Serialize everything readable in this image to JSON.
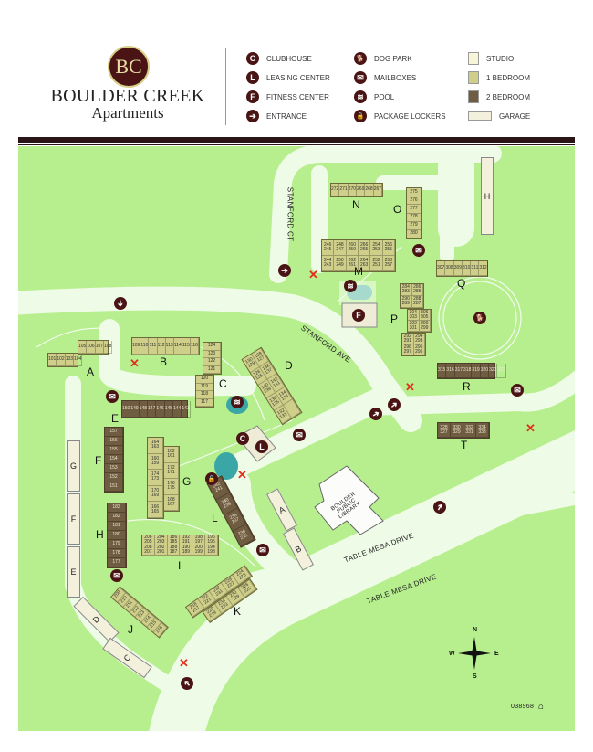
{
  "brand": {
    "monogram": "BC",
    "name_line1": "BOULDER CREEK",
    "name_line2": "Apartments"
  },
  "legend": {
    "amenities": [
      {
        "icon": "clubhouse-icon",
        "glyph": "C",
        "label": "CLUBHOUSE"
      },
      {
        "icon": "leasing-center-icon",
        "glyph": "L",
        "label": "LEASING CENTER"
      },
      {
        "icon": "fitness-center-icon",
        "glyph": "F",
        "label": "FITNESS CENTER"
      },
      {
        "icon": "entrance-icon",
        "glyph": "➔",
        "label": "ENTRANCE"
      },
      {
        "icon": "dog-park-icon",
        "glyph": "🐕",
        "label": "DOG PARK"
      },
      {
        "icon": "mailbox-icon",
        "glyph": "✉",
        "label": "MAILBOXES"
      },
      {
        "icon": "pool-icon",
        "glyph": "≋",
        "label": "POOL"
      },
      {
        "icon": "package-locker-icon",
        "glyph": "🔒",
        "label": "PACKAGE LOCKERS"
      }
    ],
    "unit_types": [
      {
        "label": "STUDIO",
        "color": "#f8f5d8"
      },
      {
        "label": "1 BEDROOM",
        "color": "#cfcf8a"
      },
      {
        "label": "2 BEDROOM",
        "color": "#6f5c41"
      },
      {
        "label": "GARAGE",
        "color": "#f3f1dc"
      }
    ]
  },
  "colors": {
    "grass": "#b7ef8f",
    "road": "#eefbe6",
    "accent": "#4a1414",
    "no_entry": "#e0301e"
  },
  "streets": {
    "stanford_ct": "STANFORD CT",
    "stanford_ave": "STANFORD AVE",
    "table_mesa_1": "TABLE MESA DRIVE",
    "table_mesa_2": "TABLE MESA DRIVE"
  },
  "library": "BOULDER PUBLIC LIBRARY",
  "buildings": {
    "A1": {
      "label": "A",
      "cols": 4,
      "units": [
        "101",
        "102",
        "103",
        "104"
      ]
    },
    "A2": {
      "label": "",
      "cols": 4,
      "units": [
        "105",
        "106",
        "107",
        "108"
      ]
    },
    "B": {
      "label": "B",
      "cols": 8,
      "units": [
        "109",
        "110",
        "111",
        "112",
        "113",
        "114",
        "115",
        "116"
      ]
    },
    "C1": {
      "label": "C",
      "cols": 1,
      "units": [
        "124",
        "123",
        "122",
        "121"
      ]
    },
    "C2": {
      "label": "",
      "cols": 1,
      "units": [
        "120",
        "119",
        "118",
        "117"
      ]
    },
    "D": {
      "label": "D",
      "cols": 2,
      "units": [
        "130\n129",
        "128\n127",
        "126\n125",
        "138\n137",
        "140\n139",
        "142\n141",
        "136\n135",
        "134\n133",
        "132\n131",
        ""
      ]
    },
    "E": {
      "label": "E",
      "cols": 8,
      "units": [
        "150",
        "149",
        "148",
        "147",
        "146",
        "145",
        "144",
        "143"
      ]
    },
    "F": {
      "label": "F",
      "cols": 1,
      "units": [
        "157",
        "156",
        "155",
        "154",
        "153",
        "152",
        "151"
      ]
    },
    "G1": {
      "label": "G",
      "cols": 1,
      "units": [
        "164\n163",
        "160\n159",
        "174\n173",
        "170\n169",
        "166\n165"
      ]
    },
    "G2": {
      "label": "",
      "cols": 1,
      "units": [
        "162\n161",
        "172\n171",
        "176\n175",
        "168\n167"
      ]
    },
    "H": {
      "label": "H",
      "cols": 1,
      "units": [
        "183",
        "182",
        "181",
        "180",
        "179",
        "178",
        "177"
      ]
    },
    "I": {
      "label": "I",
      "cols": 6,
      "units": [
        "206\n205",
        "204\n203",
        "186\n185",
        "192\n191",
        "198\n197",
        "196\n195",
        "208\n207",
        "202\n201",
        "188\n187",
        "190\n189",
        "200\n199",
        "194\n193"
      ]
    },
    "J": {
      "label": "J",
      "cols": 1,
      "units": [
        "209",
        "210",
        "211",
        "212",
        "213",
        "214",
        "215",
        "216"
      ]
    },
    "K1": {
      "label": "K",
      "cols": 5,
      "units": [
        "218\n217",
        "222\n221",
        "232\n231",
        "228\n227",
        "224\n223"
      ]
    },
    "K2": {
      "label": "",
      "cols": 4,
      "units": [
        "220\n219",
        "234\n233",
        "230\n229",
        "226\n225"
      ]
    },
    "L": {
      "label": "L",
      "cols": 1,
      "units": [
        "242\n241",
        "240\n239",
        "238\n237",
        "236\n235"
      ]
    },
    "M": {
      "label": "M",
      "cols": 6,
      "units": [
        "246\n245",
        "248\n247",
        "260\n259",
        "266\n265",
        "254\n253",
        "256\n255",
        "244\n243",
        "250\n249",
        "262\n261",
        "264\n263",
        "252\n251",
        "258\n257"
      ]
    },
    "N": {
      "label": "N",
      "cols": 6,
      "units": [
        "272",
        "271",
        "270",
        "269",
        "268",
        "267"
      ]
    },
    "O": {
      "label": "O",
      "cols": 1,
      "units": [
        "275",
        "276",
        "277",
        "278",
        "279",
        "280"
      ]
    },
    "P1": {
      "label": "P",
      "cols": 2,
      "units": [
        "284\n283",
        "286\n285",
        "290\n289",
        "288\n287"
      ]
    },
    "P2": {
      "label": "",
      "cols": 2,
      "units": [
        "304\n303",
        "306\n305",
        "302\n301",
        "300\n299"
      ]
    },
    "P3": {
      "label": "",
      "cols": 2,
      "units": [
        "292\n291",
        "294\n293",
        "298\n297",
        "296\n295"
      ]
    },
    "Q": {
      "label": "Q",
      "cols": 6,
      "units": [
        "307",
        "308",
        "309",
        "310",
        "311",
        "312"
      ]
    },
    "R": {
      "label": "R",
      "cols": 8,
      "units": [
        "315",
        "316",
        "317",
        "318",
        "319",
        "320",
        "321",
        "322"
      ]
    },
    "T": {
      "label": "T",
      "cols": 4,
      "units": [
        "328\n327",
        "330\n329",
        "332\n331",
        "334\n333"
      ]
    }
  },
  "garages": {
    "A": "A",
    "B": "B",
    "C": "C",
    "D": "D",
    "E": "E",
    "F": "F",
    "G": "G",
    "H": "H"
  },
  "compass": {
    "n": "N",
    "s": "S",
    "e": "E",
    "w": "W"
  },
  "map_code": "038968"
}
